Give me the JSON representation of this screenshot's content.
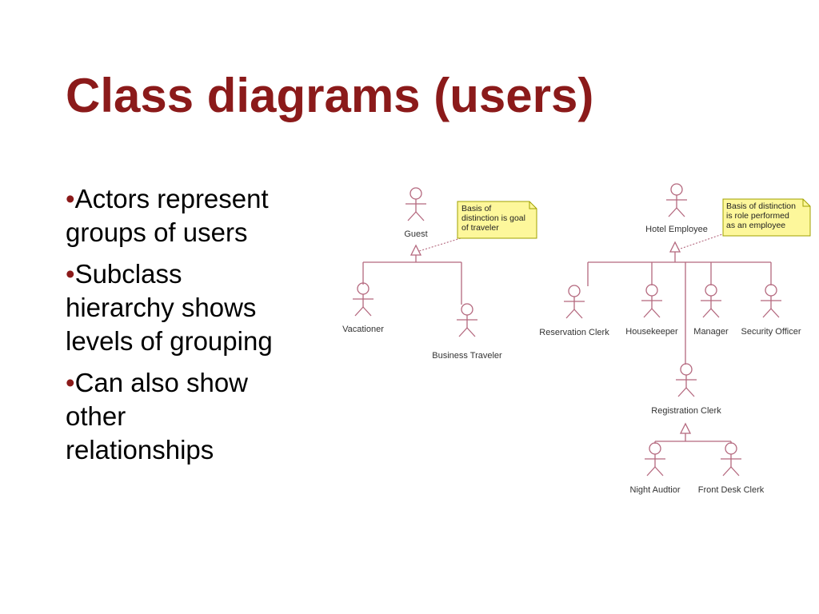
{
  "slide": {
    "title": "Class diagrams (users)",
    "bullet_mark": "•",
    "bullets": [
      {
        "lines": [
          "Actors represent",
          "groups of users"
        ]
      },
      {
        "lines": [
          "Subclass",
          "hierarchy shows",
          "levels of grouping"
        ]
      },
      {
        "lines": [
          "Can also show",
          "other",
          "relationships"
        ]
      }
    ]
  },
  "diagram": {
    "colors": {
      "actor_line": "#b4687e",
      "note_fill": "#fdf79b",
      "note_border": "#a0a000"
    },
    "actors": {
      "guest": "Guest",
      "vacationer": "Vacationer",
      "business_traveler": "Business Traveler",
      "hotel_employee": "Hotel Employee",
      "reservation_clerk": "Reservation Clerk",
      "housekeeper": "Housekeeper",
      "manager": "Manager",
      "security_officer": "Security Officer",
      "registration_clerk": "Registration Clerk",
      "night_auditor": "Night Audtior",
      "front_desk_clerk": "Front Desk Clerk"
    },
    "notes": {
      "guest_note": [
        "Basis of",
        "distinction is goal",
        "of traveler"
      ],
      "employee_note": [
        "Basis of distinction",
        "is role performed",
        "as an employee"
      ]
    }
  }
}
